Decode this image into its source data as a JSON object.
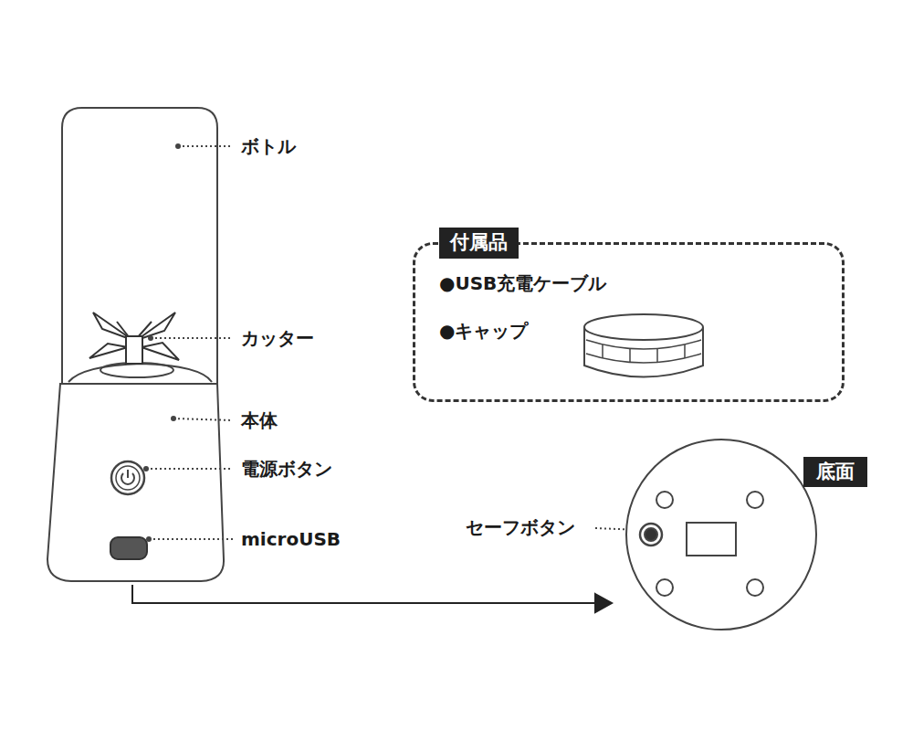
{
  "diagram": {
    "nodes": [
      {
        "text": [
          "付属品",
          "●USB充電ケーブル",
          "●キャップ"
        ]
      },
      {
        "text": [
          "底面"
        ]
      }
    ],
    "labels": [
      "ボトル",
      "カッター",
      "本体",
      "電源ボタン",
      "microUSB",
      "セーフボタン"
    ]
  }
}
